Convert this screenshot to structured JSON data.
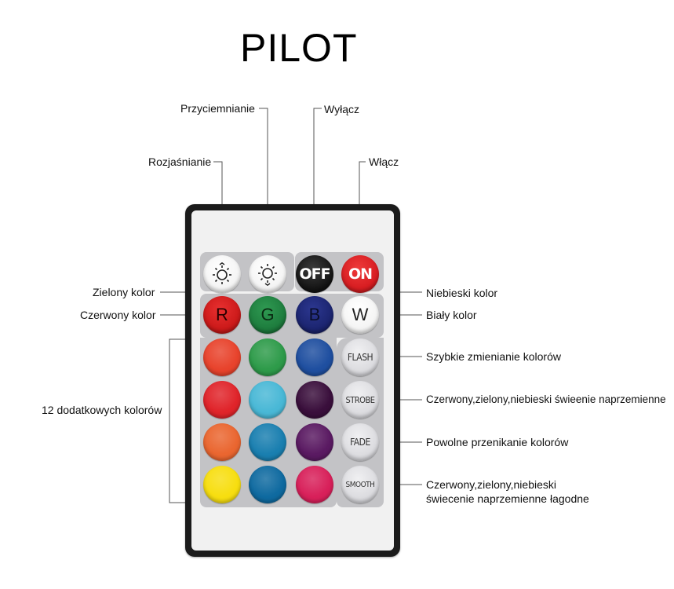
{
  "title": "PILOT",
  "labels": {
    "dim": "Przyciemnianie",
    "off": "Wyłącz",
    "brighten": "Rozjaśnianie",
    "on": "Włącz",
    "green": "Zielony kolor",
    "red": "Czerwony kolor",
    "blue": "Niebieski kolor",
    "white": "Biały kolor",
    "extra": "12 dodatkowych kolorów",
    "flash": "Szybkie zmienianie kolorów",
    "strobe": "Czerwony,zielony,niebieski świeenie naprzemienne",
    "fade": "Powolne przenikanie kolorów",
    "smooth_line1": "Czerwony,zielony,niebieski",
    "smooth_line2": "świecenie naprzemienne łagodne"
  },
  "buttons": {
    "off": "OFF",
    "on": "ON",
    "r": "R",
    "g": "G",
    "b": "B",
    "w": "W",
    "flash": "FLASH",
    "strobe": "STROBE",
    "fade": "FADE",
    "smooth": "SMOOTH"
  },
  "colors": {
    "red": "#cc1a1a",
    "green": "#1e7d3e",
    "blue": "#1c2570",
    "black": "#111111",
    "on_red": "#d81e22",
    "grid": [
      [
        "#e8432c",
        "#2e9b4a",
        "#1f4fa0"
      ],
      [
        "#e0242a",
        "#49b8d6",
        "#3a0f3c"
      ],
      [
        "#ea6630",
        "#1a7fb0",
        "#5a1a62"
      ],
      [
        "#f7de10",
        "#0f6aa0",
        "#d8205a"
      ]
    ]
  }
}
